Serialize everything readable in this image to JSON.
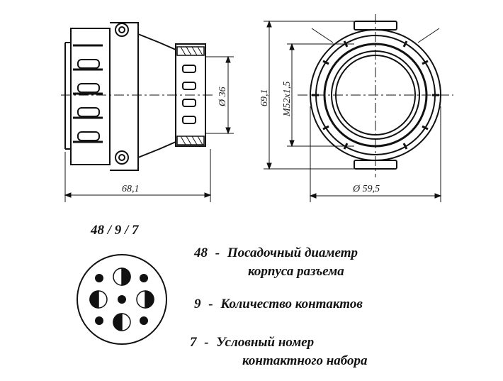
{
  "dimensions": {
    "length": "68,1",
    "bore": "Ø 36",
    "height": "69,1",
    "thread": "M52x1,5",
    "outer_dia": "Ø 59,5"
  },
  "code": "48 / 9 / 7",
  "legend": [
    {
      "num": "48",
      "dash": "-",
      "line1": "Посадочный диаметр",
      "line2": "корпуса разъема"
    },
    {
      "num": "9",
      "dash": "-",
      "line1": "Количество контактов",
      "line2": ""
    },
    {
      "num": "7",
      "dash": "-",
      "line1": "Условный номер",
      "line2": "контактного набора"
    }
  ]
}
